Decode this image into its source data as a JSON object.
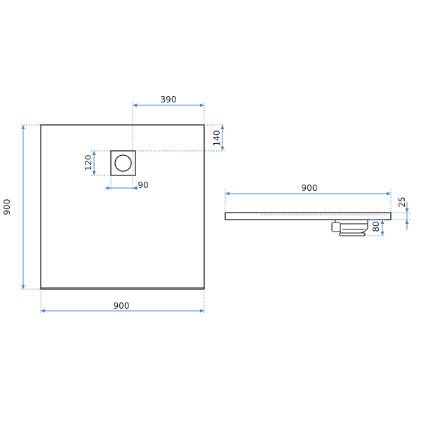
{
  "colors": {
    "outline": "#1a1a1a",
    "dimension": "#4a86c5",
    "text": "#222222",
    "background": "#ffffff"
  },
  "plan_view": {
    "width_label": "900",
    "height_label": "900",
    "drain_offset_x_label": "390",
    "drain_offset_y_label": "140",
    "drain_height_label": "120",
    "drain_width_label": "90"
  },
  "side_view": {
    "length_label": "900",
    "thickness_label": "25",
    "trap_depth_label": "80"
  }
}
